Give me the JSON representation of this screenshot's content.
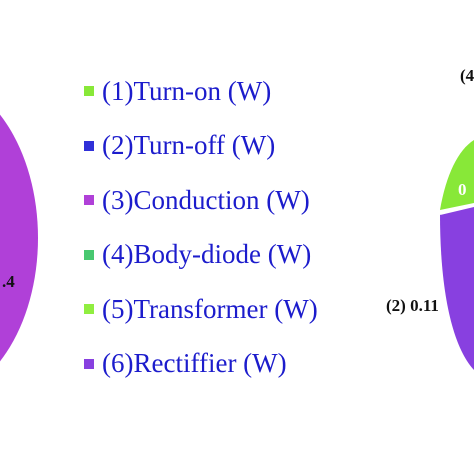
{
  "chart_data": {
    "type": "pie",
    "legend": [
      {
        "label": "(1)Turn-on (W)",
        "color": "#88e838"
      },
      {
        "label": "(2)Turn-off (W)",
        "color": "#3030d8"
      },
      {
        "label": "(3)Conduction (W)",
        "color": "#b040d8"
      },
      {
        "label": "(4)Body-diode (W)",
        "color": "#48c870"
      },
      {
        "label": "(5)Transformer (W)",
        "color": "#90ee40"
      },
      {
        "label": "(6)Rectiffier (W)",
        "color": "#8840e0"
      }
    ],
    "legend_placement": "center",
    "visible_labels": {
      "left_pie_label": ".4",
      "right_pie_label": "(2) 0.11",
      "right_pie_top_label": "(4",
      "right_pie_side_label": "0"
    }
  }
}
